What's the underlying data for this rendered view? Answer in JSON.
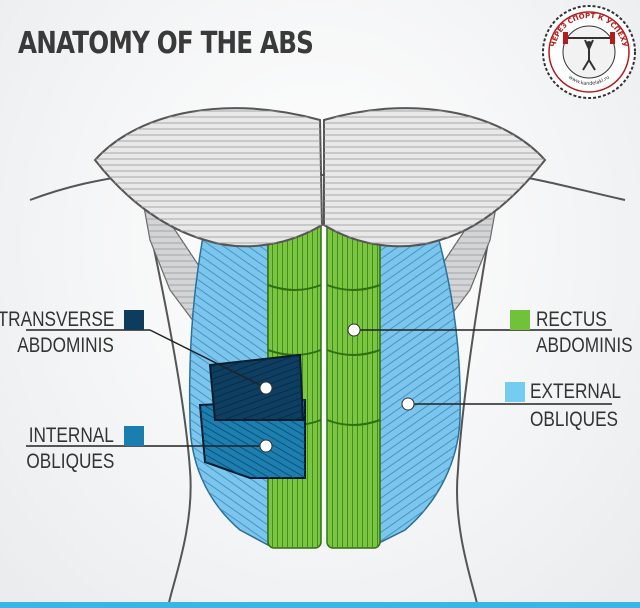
{
  "title": "ANATOMY OF THE ABS",
  "labels": {
    "transverse": {
      "line1": "TRANSVERSE",
      "line2": "ABDOMINIS",
      "color": "#0d3c5c"
    },
    "internal": {
      "line1": "INTERNAL",
      "line2": "OBLIQUES",
      "color": "#1a7fae"
    },
    "rectus": {
      "line1": "RECTUS",
      "line2": "ABDOMINIS",
      "color": "#6fc23a"
    },
    "external": {
      "line1": "EXTERNAL",
      "line2": "OBLIQUES",
      "color": "#74cdf0"
    }
  },
  "logo": {
    "text_top": "ЧЕРЕЗ СПОРТ К УСПЕХУ",
    "text_bottom": "www.kandelaki.ru"
  },
  "colors": {
    "rectus": "#7cc540",
    "external": "#7cc6ee",
    "internal": "#1d7fb0",
    "transverse": "#0e3f62",
    "pec": "#e8e8e8",
    "accent_line": "#38b6e8"
  }
}
